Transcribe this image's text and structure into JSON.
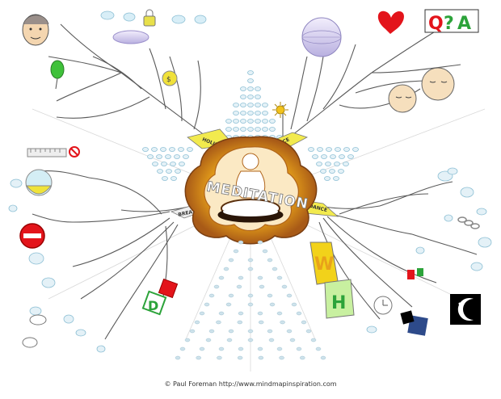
{
  "center": {
    "title": "MEDITATION"
  },
  "branches": {
    "top_left": "HOLISTIC",
    "top_right": "PEACE",
    "left": "BREATHE",
    "right": "GUIDANCE"
  },
  "letters": {
    "q": "Q",
    "a": "A",
    "p": "?",
    "w": "W",
    "h": "H",
    "d": "D"
  },
  "credit": "© Paul Foreman http://www.mindmapinspiration.com",
  "colors": {
    "flame": "#e8a21a",
    "flameDark": "#b0641a",
    "branchYellow": "#f2ea4e",
    "bubble": "#cfe8f2",
    "bubbleStroke": "#7ab4cc",
    "heart": "#e3141b",
    "balloon": "#3fc13a"
  }
}
